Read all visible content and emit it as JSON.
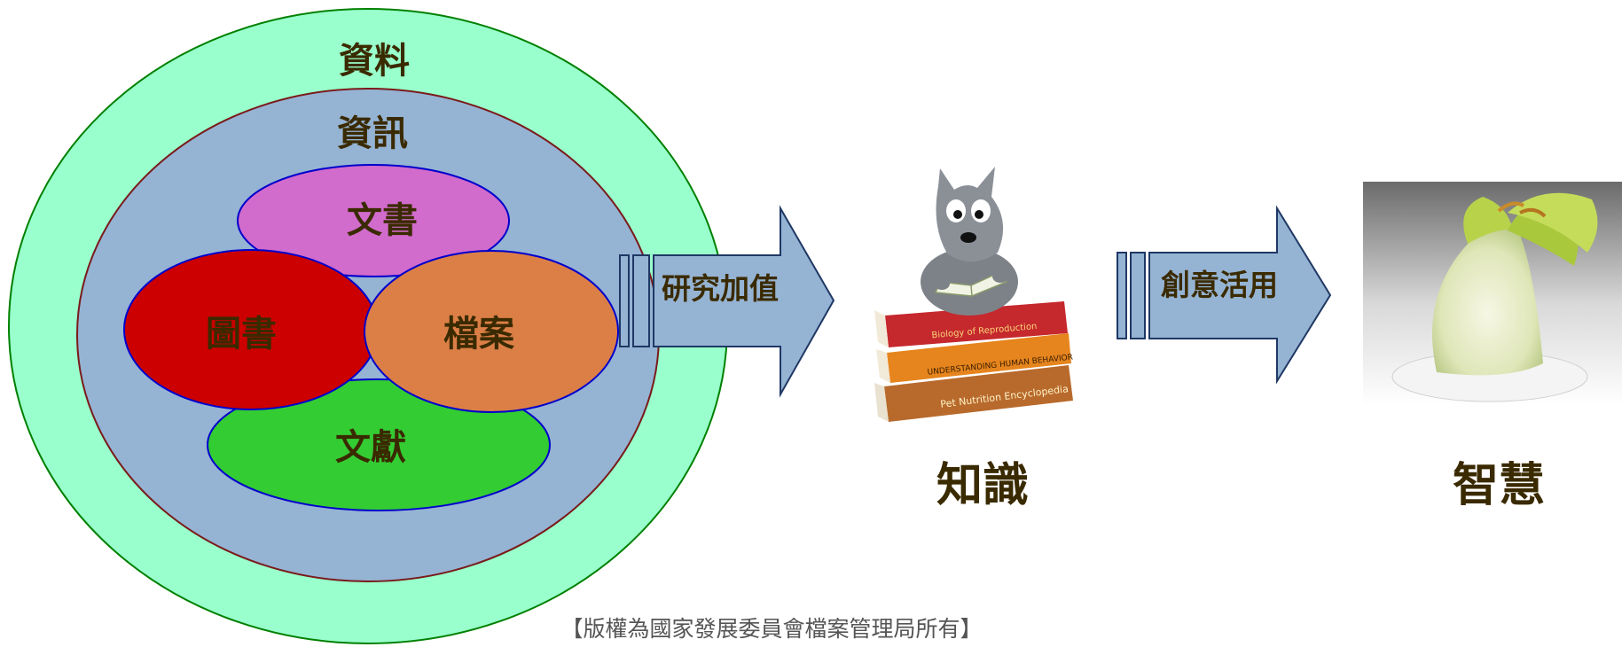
{
  "colors": {
    "outer": "#99ffcc",
    "middle": "#95b3d3",
    "wenshu": "#d16bcc",
    "tushu": "#cc0000",
    "dangan": "#db7f47",
    "wenxian": "#33cc33",
    "arrow": "#95b3d3",
    "text_dark": "#3a2a00",
    "copyright": "#555555"
  },
  "diagram": {
    "data_label": "資料",
    "info_label": "資訊",
    "wenshu_label": "文書",
    "tushu_label": "圖書",
    "dangan_label": "檔案",
    "wenxian_label": "文獻"
  },
  "arrow1": {
    "label": "研究加值"
  },
  "arrow2": {
    "label": "創意活用"
  },
  "knowledge": {
    "label": "知識"
  },
  "wisdom": {
    "label": "智慧"
  },
  "books": {
    "book1": "Biology of Reproduction",
    "book2": "UNDERSTANDING HUMAN BEHAVIOR",
    "book3": "Pet Nutrition Encyclopedia"
  },
  "copyright": "【版權為國家發展委員會檔案管理局所有】"
}
